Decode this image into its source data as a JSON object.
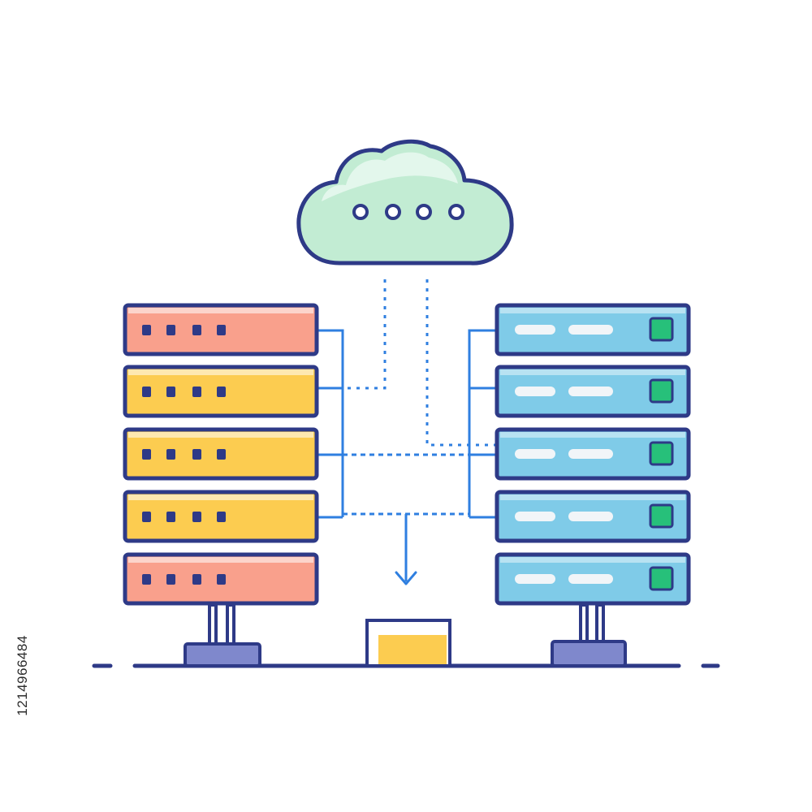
{
  "illustration": {
    "stock_id": "1214966484",
    "colors": {
      "outline": "#2e3a87",
      "connector": "#2f7fe0",
      "cloud_fill": "#c2ecd3",
      "cloud_highlight": "#e3f7ec",
      "rack_red": "#f9a08c",
      "rack_yellow": "#fccc50",
      "rack_blue": "#7fcbe8",
      "led_green": "#27c07a",
      "slot_white": "#f1f5f8",
      "stand_fill": "#7f88cc",
      "ground": "#2e3a87"
    },
    "icons": {
      "cloud": "cloud-icon",
      "left_rack": "server-rack-icon",
      "right_rack": "server-rack-icon",
      "storage": "storage-box-icon",
      "arrow": "arrow-down-icon"
    },
    "left_rack_units": [
      "red",
      "yellow",
      "yellow",
      "yellow",
      "red"
    ],
    "right_rack_units": [
      "blue",
      "blue",
      "blue",
      "blue",
      "blue"
    ]
  }
}
